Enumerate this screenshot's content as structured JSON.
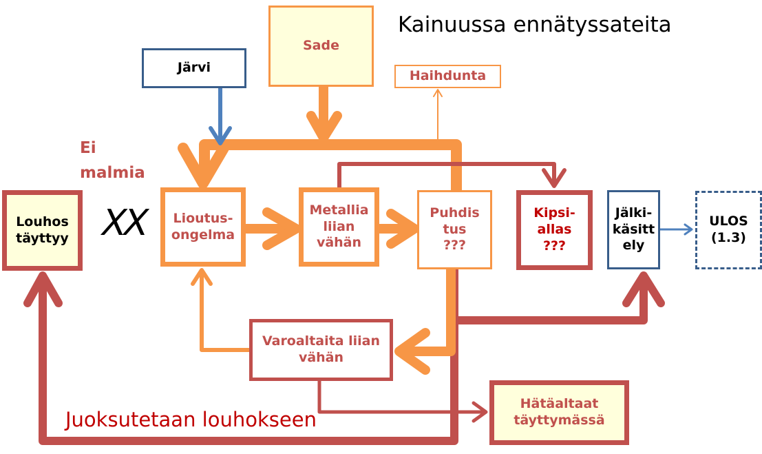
{
  "title": "Kainuussa ennätyssateita",
  "colors": {
    "orange": "#F79646",
    "red": "#C0504D",
    "blue": "#385D8A",
    "lightblue": "#4F81BD",
    "yellow": "#FFFFDC",
    "darkred": "#C00000"
  },
  "boxes": {
    "sade": "Sade",
    "jarvi": "Järvi",
    "haihdunta": "Haihdunta",
    "louhos": "Louhos\ntäyttyy",
    "liuotus": "Lioutus-\nongelma",
    "metallia": "Metallia\nliian\nvähän",
    "puhdistus": "Puhdis\ntus\n???",
    "kipsi": "Kipsi-\nallas\n???",
    "jalki": "Jälki-\nkäsitt\nely",
    "ulos": "ULOS\n(1.3)",
    "varoaltaita": "Varoaltaita liian\nvähän",
    "hataaltaat": "Hätäaltaat\ntäyttymässä"
  },
  "labels": {
    "ei_malmia": "Ei\nmalmia",
    "xx": "XX",
    "juoksutetaan": "Juoksutetaan louhokseen"
  }
}
